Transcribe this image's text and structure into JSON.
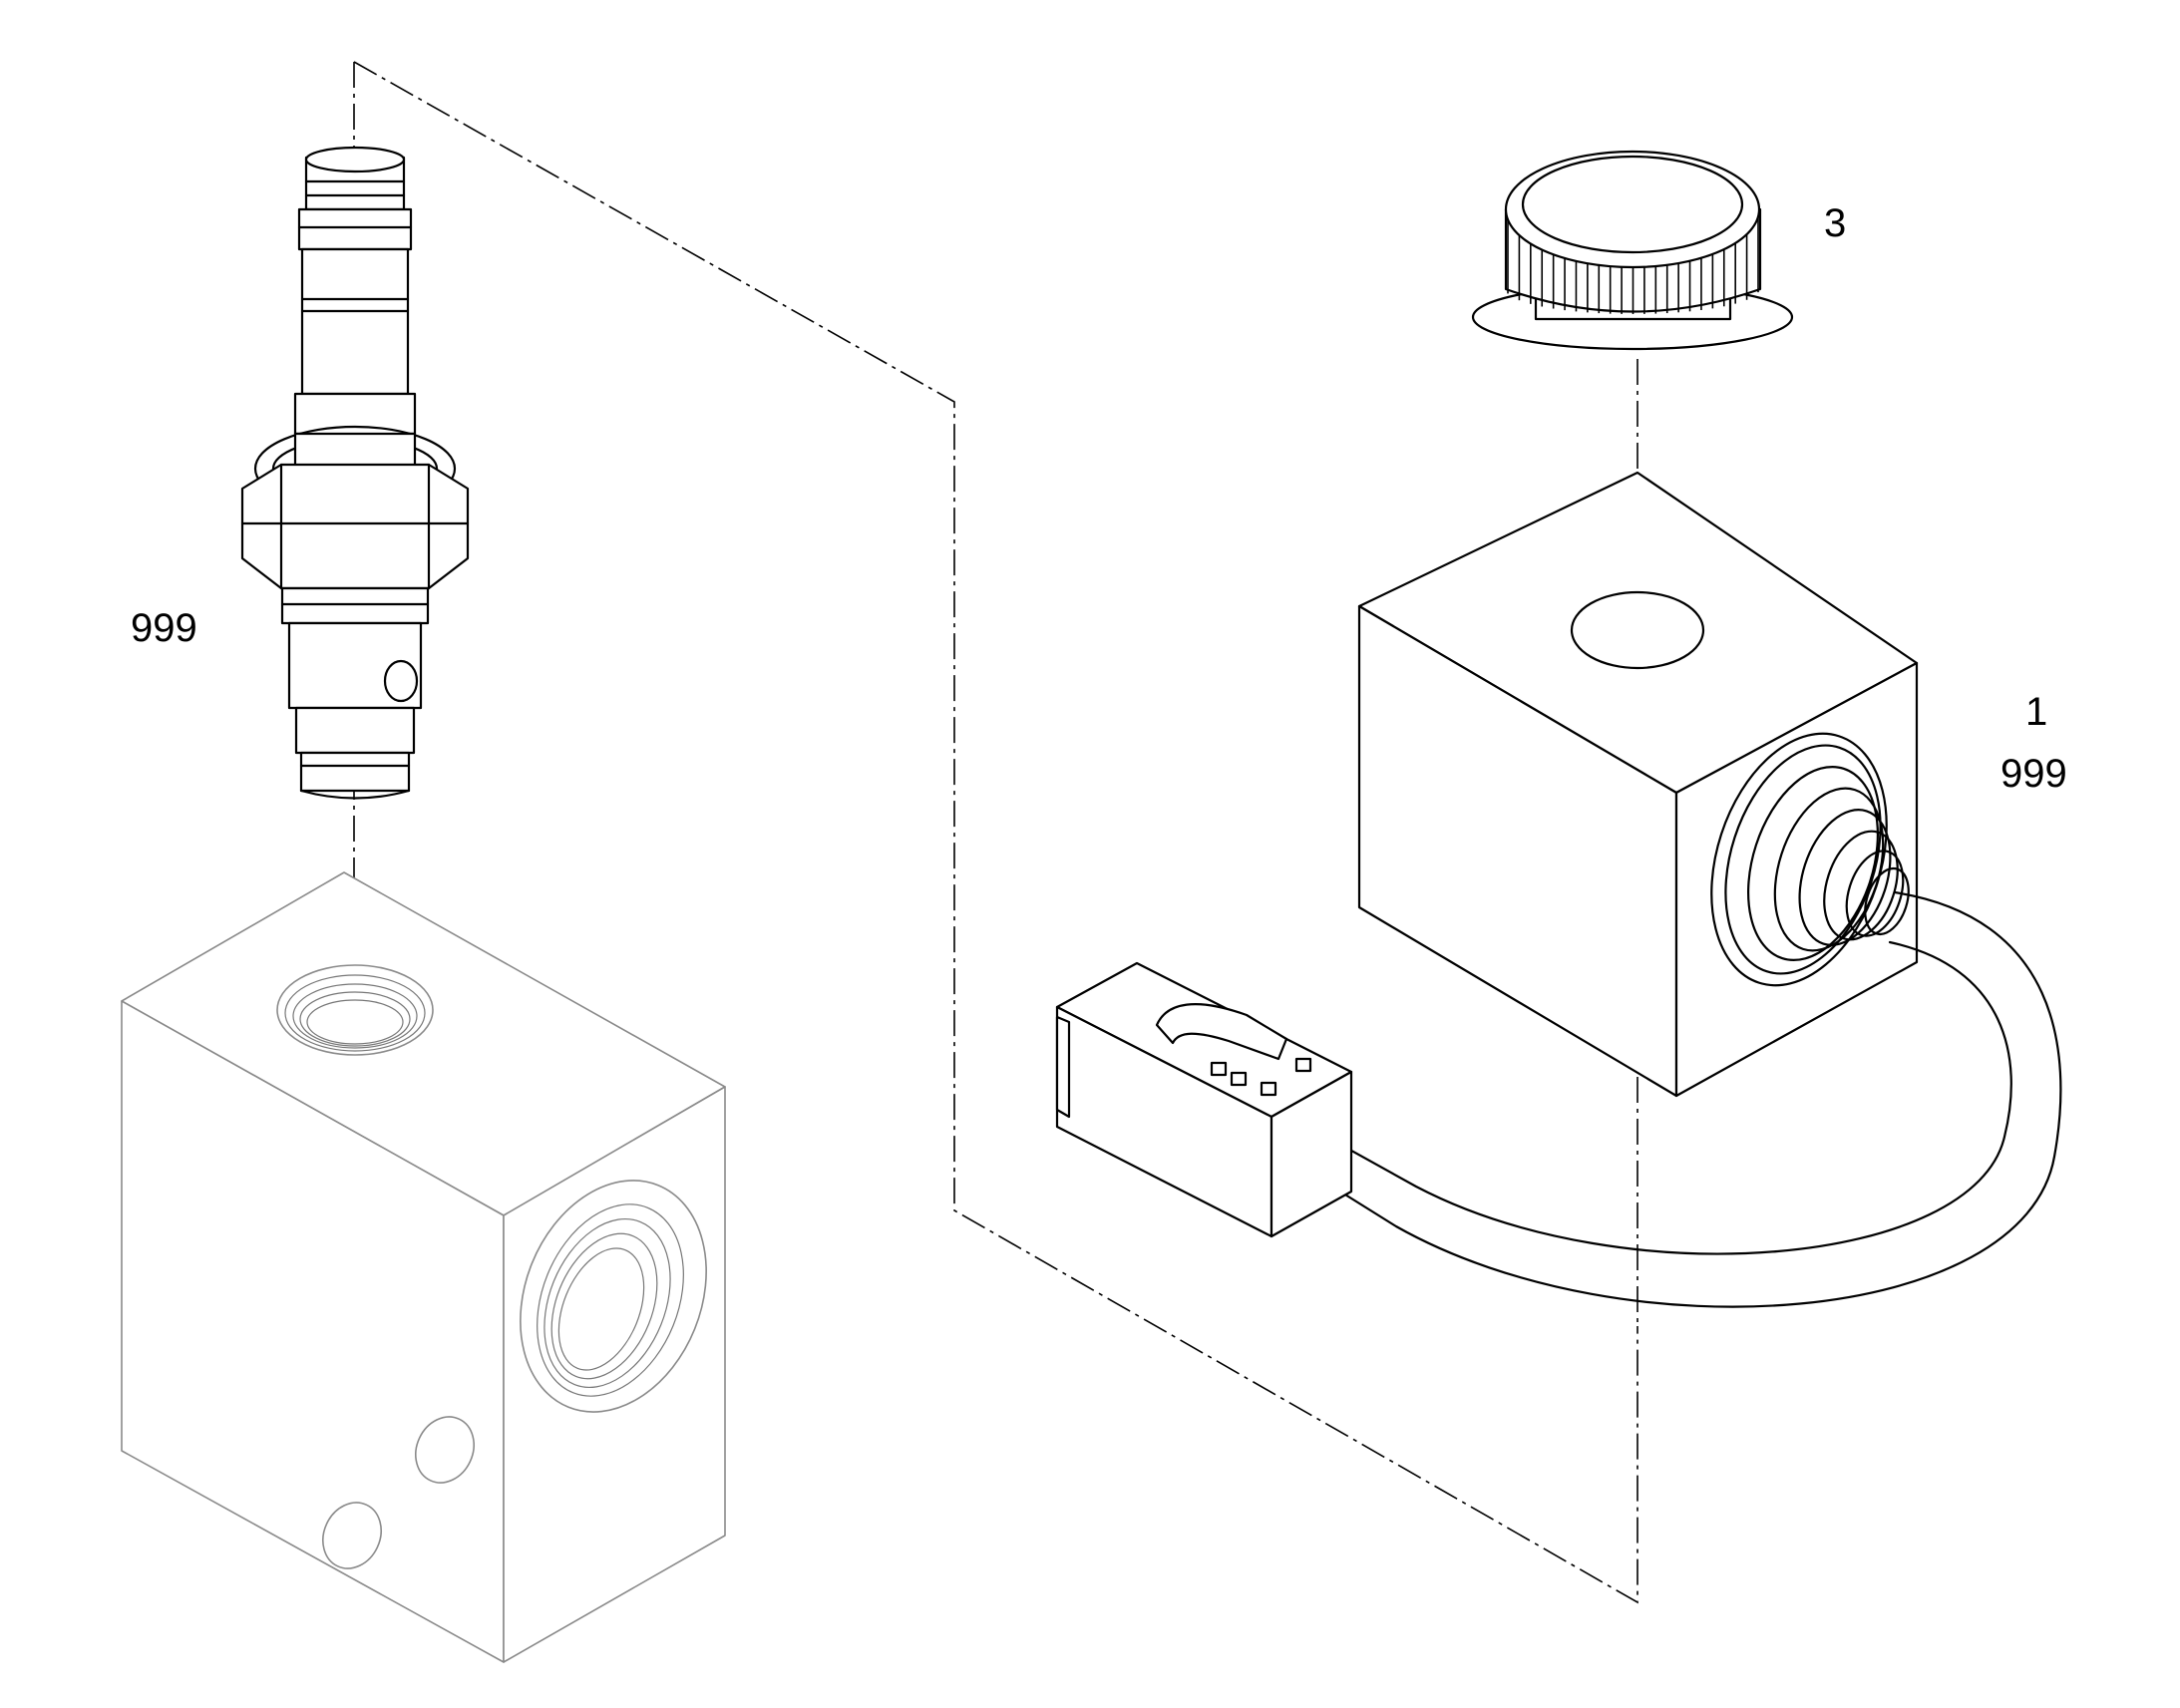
{
  "callouts": {
    "cartridge_number": "999",
    "knob_number": "3",
    "coil_number": "1",
    "coil_number_2": "999"
  }
}
